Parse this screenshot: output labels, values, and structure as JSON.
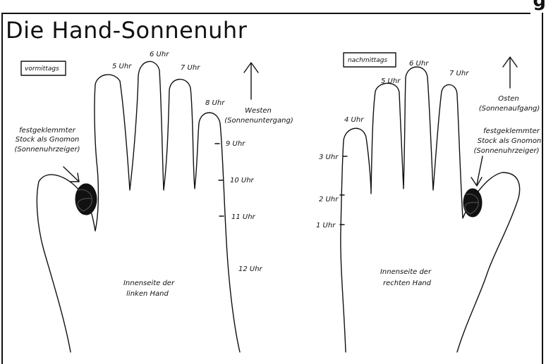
{
  "title": "Die Hand-Sonnenuhr",
  "left_hand": {
    "box_label": "vormittags",
    "direction_lines": [
      "Westen",
      "(Sonnenuntergang)"
    ],
    "gnomon_lines": [
      "festgeklemmter",
      "Stock als Gnomon",
      "(Sonnenuhrzeiger)"
    ],
    "hours": [
      "5 Uhr",
      "6 Uhr",
      "7 Uhr",
      "8 Uhr",
      "9 Uhr",
      "10 Uhr",
      "11 Uhr",
      "12 Uhr"
    ],
    "caption_lines": [
      "Innenseite der",
      "linken Hand"
    ]
  },
  "right_hand": {
    "box_label": "nachmittags",
    "direction_lines": [
      "Osten",
      "(Sonnenaufgang)"
    ],
    "gnomon_lines": [
      "festgeklemmter",
      "Stock als Gnomon",
      "(Sonnenuhrzeiger)"
    ],
    "hours": [
      "7 Uhr",
      "6 Uhr",
      "5 Uhr",
      "4 Uhr",
      "3 Uhr",
      "2 Uhr",
      "1 Uhr"
    ],
    "caption_lines": [
      "Innenseite der",
      "rechten Hand"
    ]
  },
  "colors": {
    "ink": "#111111",
    "background": "#ffffff"
  }
}
